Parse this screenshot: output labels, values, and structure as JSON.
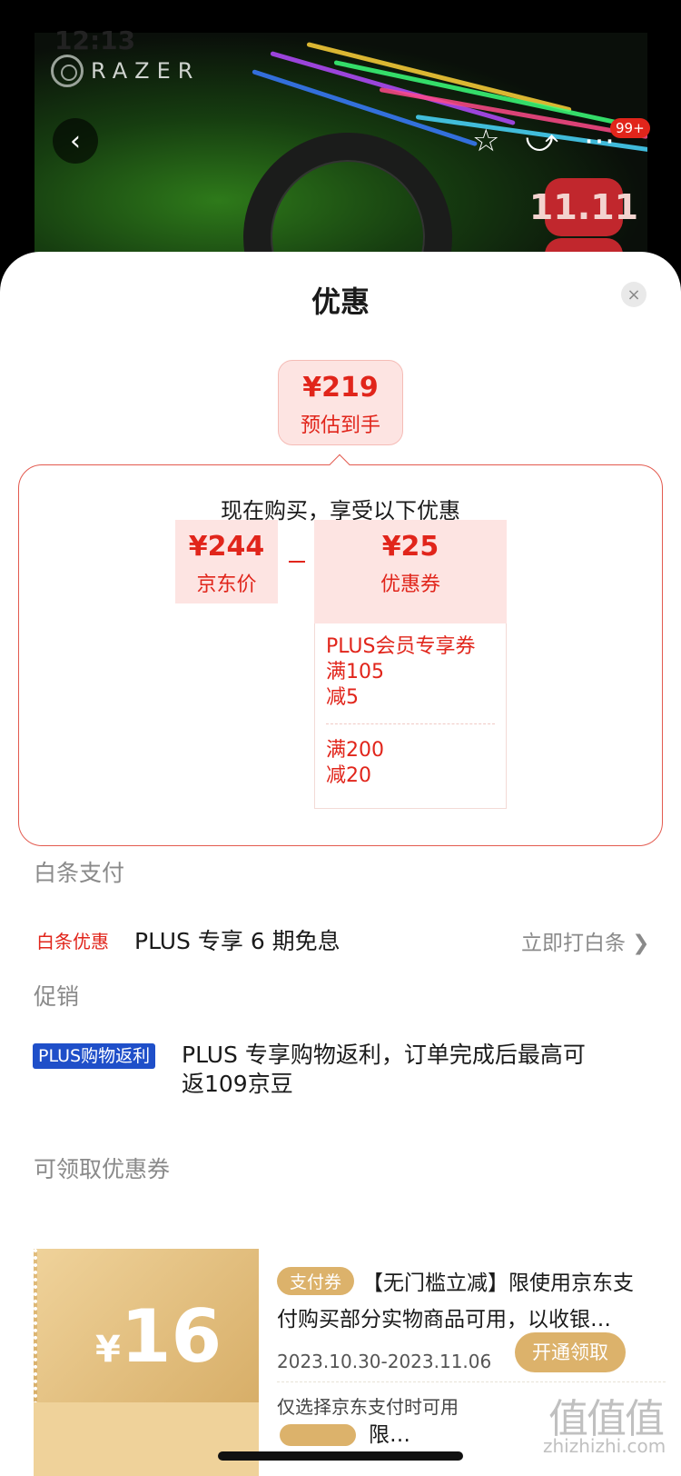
{
  "status": {
    "time": "12:13"
  },
  "hero": {
    "brand": "RAZER",
    "cart_badge": "99+",
    "event_badge": "11.11"
  },
  "sheet": {
    "title": "优惠",
    "close": "×"
  },
  "estimate": {
    "price": "¥219",
    "label": "预估到手"
  },
  "breakdown": {
    "intro": "现在购买，享受以下优惠",
    "jd_price": {
      "value": "¥244",
      "label": "京东价"
    },
    "coupon": {
      "value": "¥25",
      "label": "优惠券"
    },
    "coupon_items": [
      {
        "line1": "PLUS会员专享券",
        "line2": "满105",
        "line3": "减5"
      },
      {
        "line1": "满200",
        "line2": "减20"
      }
    ]
  },
  "baitiao": {
    "section": "白条支付",
    "tag": "白条优惠",
    "text": "PLUS 专享 6 期免息",
    "link": "立即打白条 ❯"
  },
  "promo": {
    "section": "促销",
    "tag": "PLUS购物返利",
    "text_line1": "PLUS 专享购物返利，订单完成后最高可",
    "text_line2": "返109京豆"
  },
  "coupons": {
    "section": "可领取优惠券",
    "item": {
      "currency": "¥",
      "amount": "16",
      "tag": "支付券",
      "desc": "【无门槛立减】限使用京东支付购买部分实物商品可用，以收银…",
      "date": "2023.10.30-2023.11.06",
      "button": "开通领取",
      "note": "仅选择京东支付时可用"
    },
    "next_item_partial": "限…"
  },
  "watermark": {
    "text": "值值值",
    "site": "zhizhizhi.com"
  }
}
